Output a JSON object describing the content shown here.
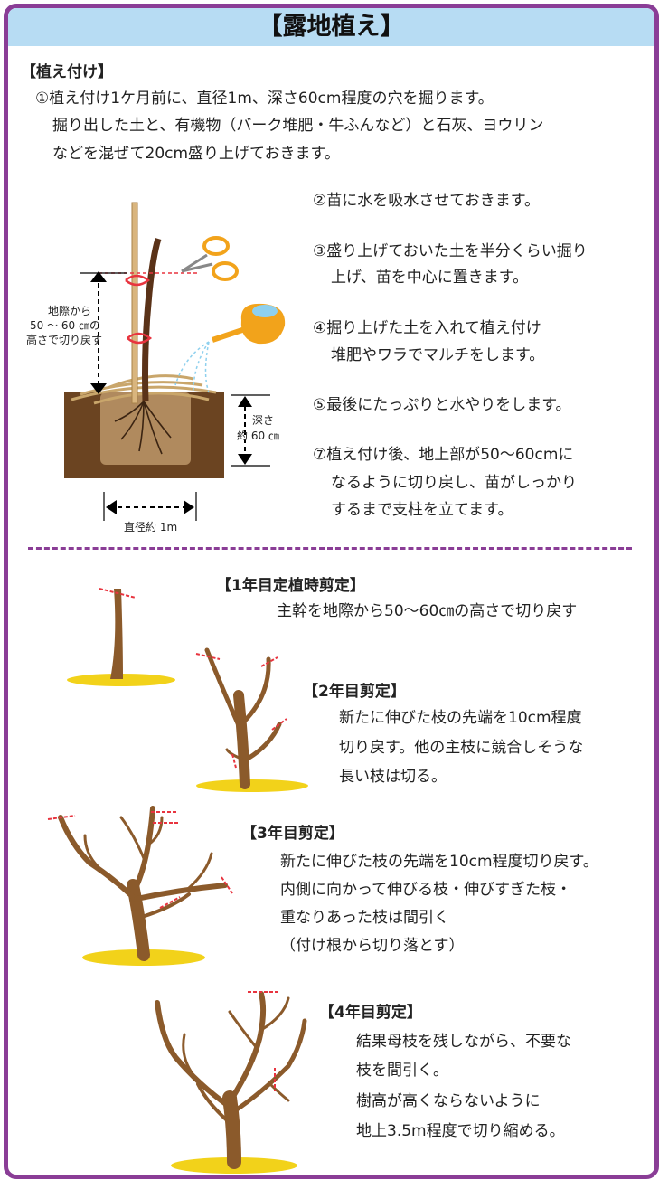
{
  "title": "【露地植え】",
  "planting": {
    "heading": "【植え付け】",
    "step1": [
      "①植え付け1ケ月前に、直径1m、深さ60cm程度の穴を掘ります。",
      "掘り出した土と、有機物（バーク堆肥・牛ふんなど）と石灰、ヨウリン",
      "などを混ぜて20cm盛り上げておきます。"
    ],
    "steps": [
      {
        "lines": [
          "②苗に水を吸水させておきます。"
        ]
      },
      {
        "lines": [
          "③盛り上げておいた土を半分くらい掘り",
          "上げ、苗を中心に置きます。"
        ]
      },
      {
        "lines": [
          "④掘り上げた土を入れて植え付け",
          "堆肥やワラでマルチをします。"
        ]
      },
      {
        "lines": [
          "⑤最後にたっぷりと水やりをします。"
        ]
      },
      {
        "lines": [
          "⑦植え付け後、地上部が50～60cmに",
          "なるように切り戻し、苗がしっかり",
          "するまで支柱を立てます。"
        ]
      }
    ],
    "diagram": {
      "cut_height_label": [
        "地際から",
        "50 ～ 60 ㎝の",
        "高さで切り戻す"
      ],
      "depth_label": [
        "深さ",
        "約 60 ㎝"
      ],
      "diameter_label": "直径約 1m"
    }
  },
  "pruning": [
    {
      "heading": "【1年目定植時剪定】",
      "lines": [
        "主幹を地際から50～60㎝の高さで切り戻す"
      ]
    },
    {
      "heading": "【2年目剪定】",
      "lines": [
        "新たに伸びた枝の先端を10cm程度",
        "切り戻す。他の主枝に競合しそうな",
        "長い枝は切る。"
      ]
    },
    {
      "heading": "【3年目剪定】",
      "lines": [
        "新たに伸びた枝の先端を10cm程度切り戻す。",
        "内側に向かって伸びる枝・伸びすぎた枝・",
        "重なりあった枝は間引く",
        "（付け根から切り落とす）"
      ]
    },
    {
      "heading": "【4年目剪定】",
      "lines": [
        "結果母枝を残しながら、不要な",
        "枝を間引く。",
        "樹高が高くならないように",
        "地上3.5m程度で切り縮める。"
      ]
    }
  ],
  "colors": {
    "frame": "#8a3d96",
    "title_bg": "#b7dcf3",
    "trunk": "#8b5a2b",
    "soil": "#6b4421",
    "ground": "#f2d21a",
    "cut_mark": "#e8343f"
  }
}
